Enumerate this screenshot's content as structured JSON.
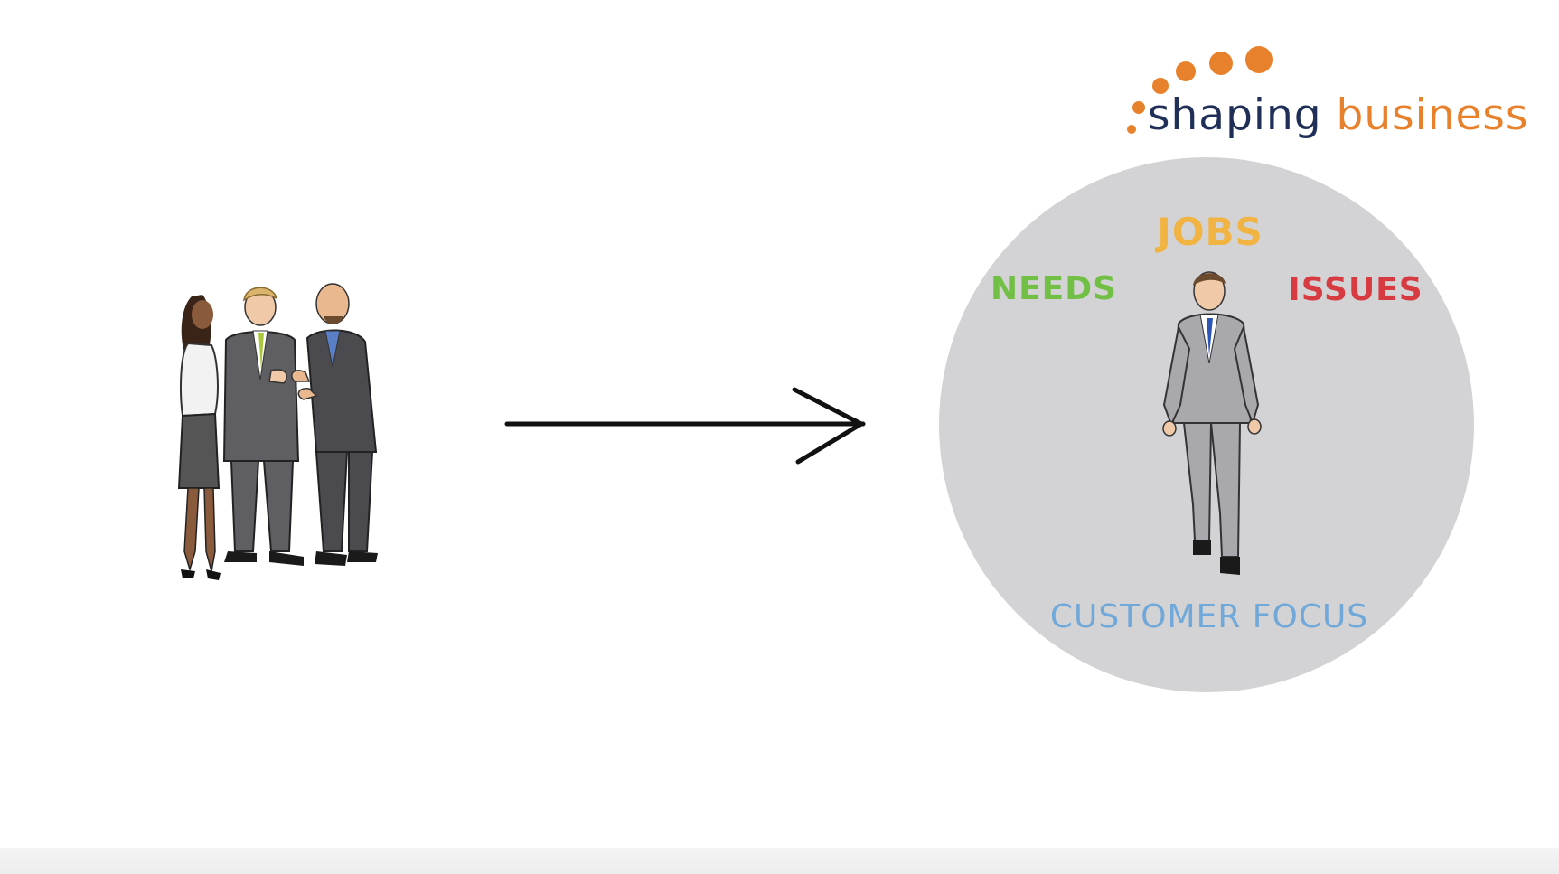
{
  "logo": {
    "word1": "shaping",
    "word2": "business"
  },
  "keywords": {
    "jobs": "JOBS",
    "needs": "NEEDS",
    "issues": "ISSUES",
    "customer_focus": "CUSTOMER FOCUS"
  },
  "colors": {
    "jobs": "#f1b443",
    "needs": "#72bf46",
    "issues": "#d83a41",
    "customer_focus": "#6fa8d9",
    "logo_dark": "#1f2f57",
    "logo_orange": "#e8812b",
    "circle": "#d3d3d5"
  },
  "icons": [
    "business-group-illustration",
    "arrow-right-icon",
    "walking-businessman-illustration",
    "logo-dots-icon"
  ]
}
